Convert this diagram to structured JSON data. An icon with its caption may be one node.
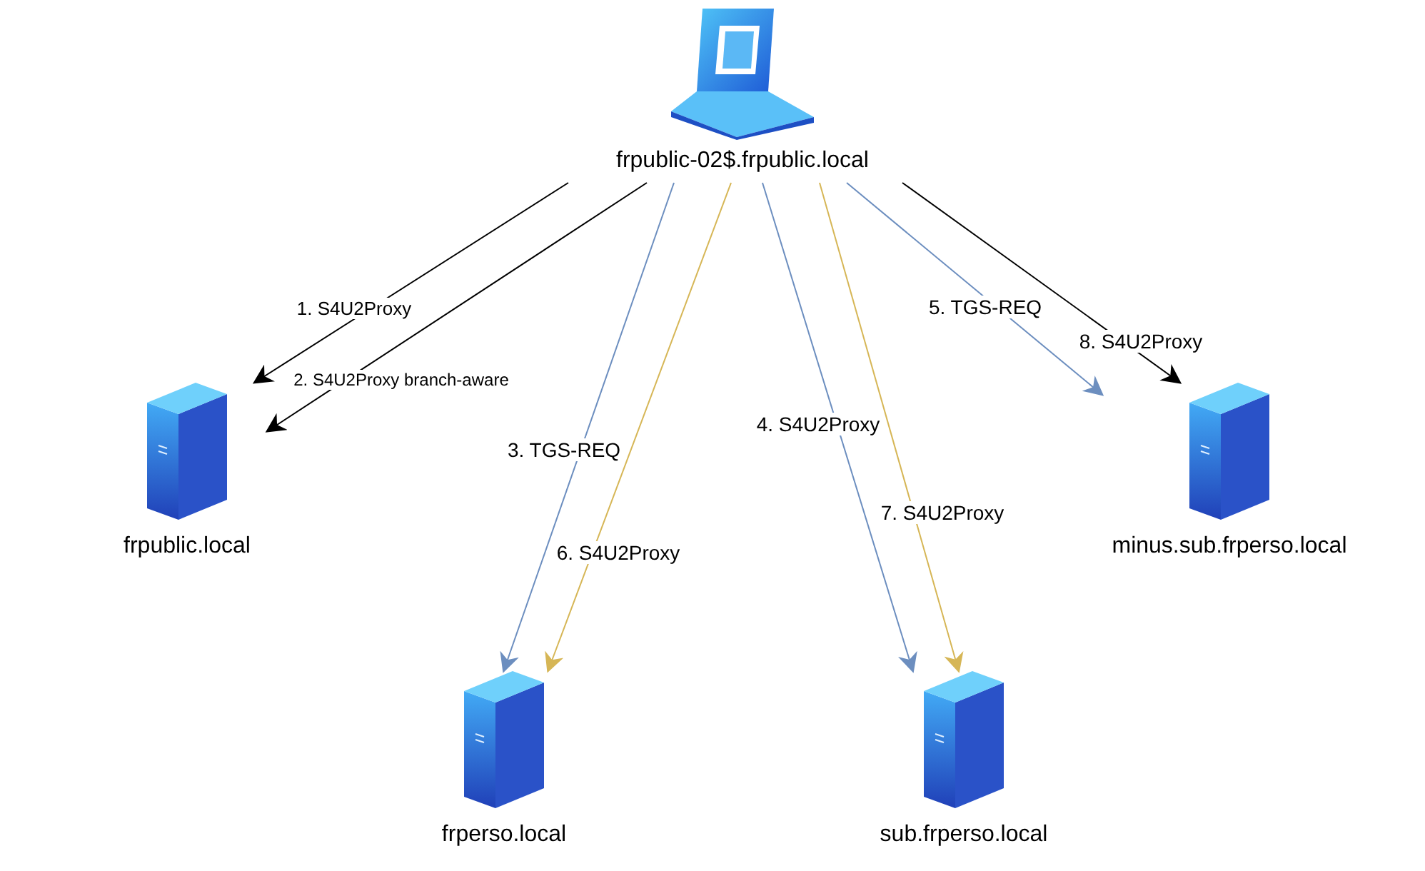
{
  "diagram": {
    "nodes": [
      {
        "text": [
          "frpublic-02$.frpublic.local"
        ]
      },
      {
        "text": [
          "frpublic.local"
        ]
      },
      {
        "text": [
          "frperso.local"
        ]
      },
      {
        "text": [
          "sub.frperso.local"
        ]
      },
      {
        "text": [
          "minus.sub.frperso.local"
        ]
      }
    ],
    "edges": [
      {
        "from": 0,
        "to": 1,
        "arrow": "to",
        "label": "1. S4U2Proxy"
      },
      {
        "from": 0,
        "to": 1,
        "arrow": "to",
        "label": "2. S4U2Proxy branch-aware"
      },
      {
        "from": 0,
        "to": 2,
        "arrow": "to",
        "label": "3. TGS-REQ",
        "color": "#6c8ebf"
      },
      {
        "from": 0,
        "to": 2,
        "arrow": "to",
        "label": "6. S4U2Proxy",
        "color": "#d6b656"
      },
      {
        "from": 0,
        "to": 3,
        "arrow": "to",
        "label": "4. S4U2Proxy",
        "color": "#6c8ebf"
      },
      {
        "from": 0,
        "to": 3,
        "arrow": "to",
        "label": "7. S4U2Proxy",
        "color": "#d6b656"
      },
      {
        "from": 0,
        "to": 4,
        "arrow": "to",
        "label": "5. TGS-REQ",
        "color": "#6c8ebf"
      },
      {
        "from": 0,
        "to": 4,
        "arrow": "to",
        "label": "8. S4U2Proxy"
      }
    ]
  }
}
